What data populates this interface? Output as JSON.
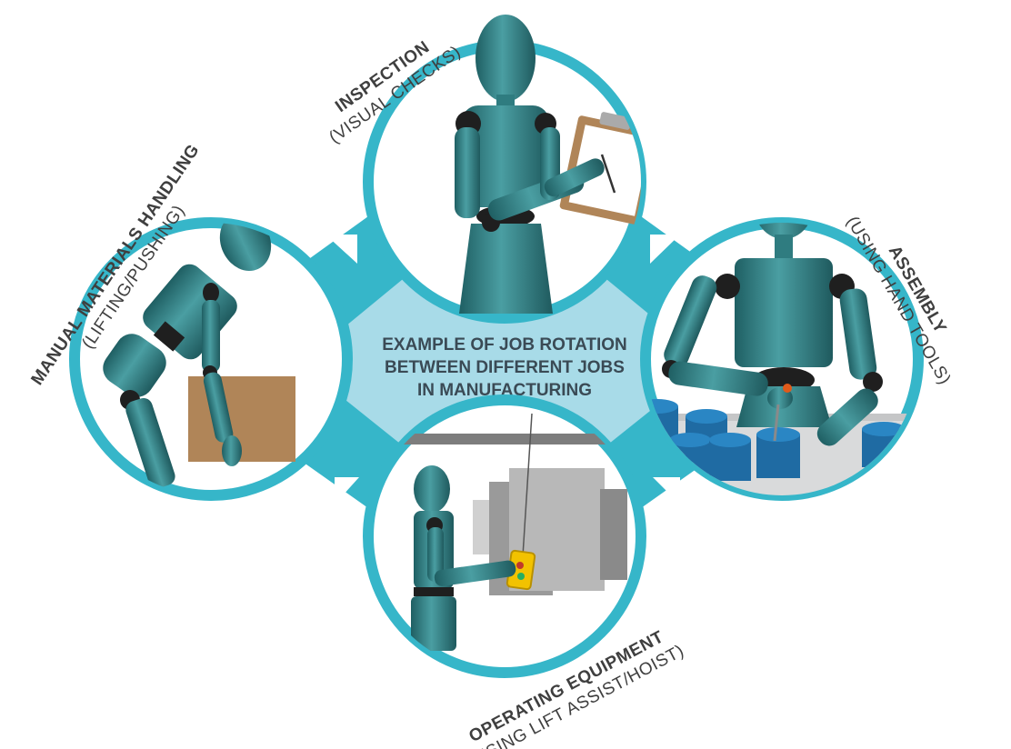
{
  "center": {
    "line1": "EXAMPLE OF JOB ROTATION",
    "line2": "BETWEEN DIFFERENT JOBS",
    "line3": "IN MANUFACTURING"
  },
  "jobs": {
    "inspection": {
      "title": "INSPECTION",
      "subtitle": "(VISUAL CHECKS)"
    },
    "manual": {
      "title": "MANUAL MATERIALS HANDLING",
      "subtitle": "(LIFTING/PUSHING)"
    },
    "assembly": {
      "title": "ASSEMBLY",
      "subtitle": "(USING HAND TOOLS)"
    },
    "operating": {
      "title": "OPERATING EQUIPMENT",
      "subtitle": "(USING LIFT ASSIST/HOIST)"
    }
  },
  "colors": {
    "ring": "#36b6c9",
    "center_fill": "#a8dbe8",
    "figure": "#2f7c80",
    "joint": "#1f1f1f",
    "box": "#b08558",
    "cylinder": "#1f6ba3",
    "machine": "#b3b3b3",
    "text": "#3f3f3f"
  }
}
